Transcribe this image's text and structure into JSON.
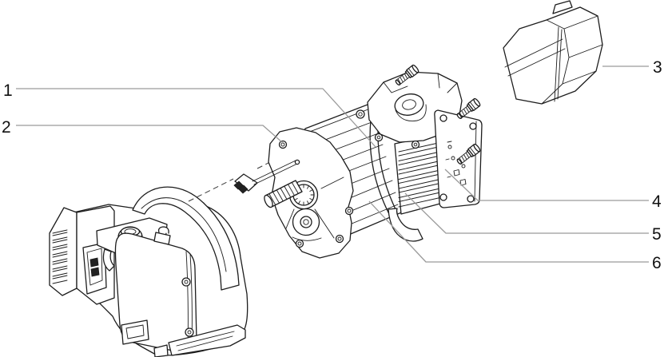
{
  "figure": {
    "type": "exploded-view-parts-diagram",
    "background": "#ffffff",
    "line_color": "#1d1d1d",
    "leader_line_color": "#9b9b9b",
    "label_color": "#111111"
  },
  "callouts": [
    {
      "label": "1"
    },
    {
      "label": "2"
    },
    {
      "label": "3"
    },
    {
      "label": "4"
    },
    {
      "label": "5"
    },
    {
      "label": "6"
    }
  ]
}
